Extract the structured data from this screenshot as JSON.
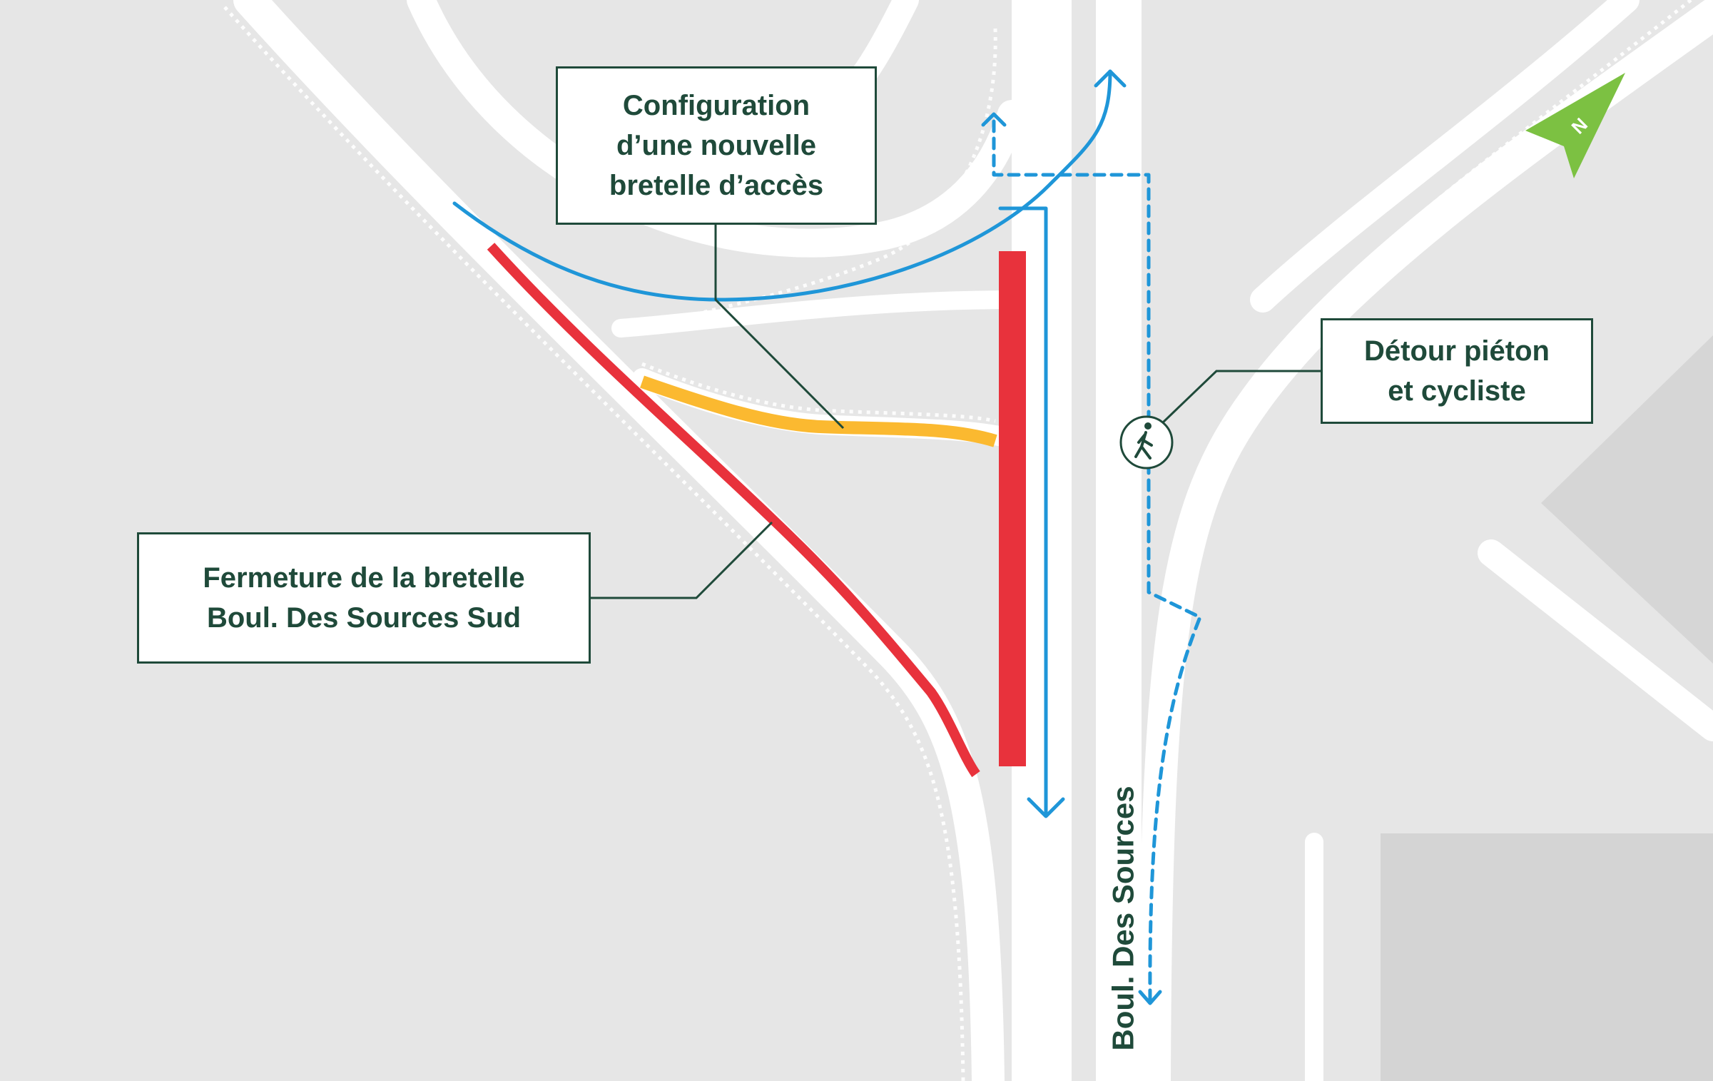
{
  "callouts": {
    "new_ramp": {
      "lines": [
        "Configuration",
        "d’une nouvelle",
        "bretelle d’accès"
      ]
    },
    "detour": {
      "lines": [
        "Détour piéton",
        "et cycliste"
      ]
    },
    "closure": {
      "lines": [
        "Fermeture de la bretelle",
        "Boul. Des Sources Sud"
      ]
    }
  },
  "street_label": "Boul. Des Sources",
  "icons": {
    "pedestrian": "pedestrian-icon",
    "north_arrow": "north-arrow-icon",
    "north_letter": "N"
  },
  "colors": {
    "ground": "#e6e6e6",
    "road": "#ffffff",
    "block": "#d4d4d4",
    "closure_red": "#e8323c",
    "new_ramp_yellow": "#fbb930",
    "detour_blue": "#1f96d8",
    "callout_green": "#1f4a3a",
    "north_green": "#7cc142"
  }
}
